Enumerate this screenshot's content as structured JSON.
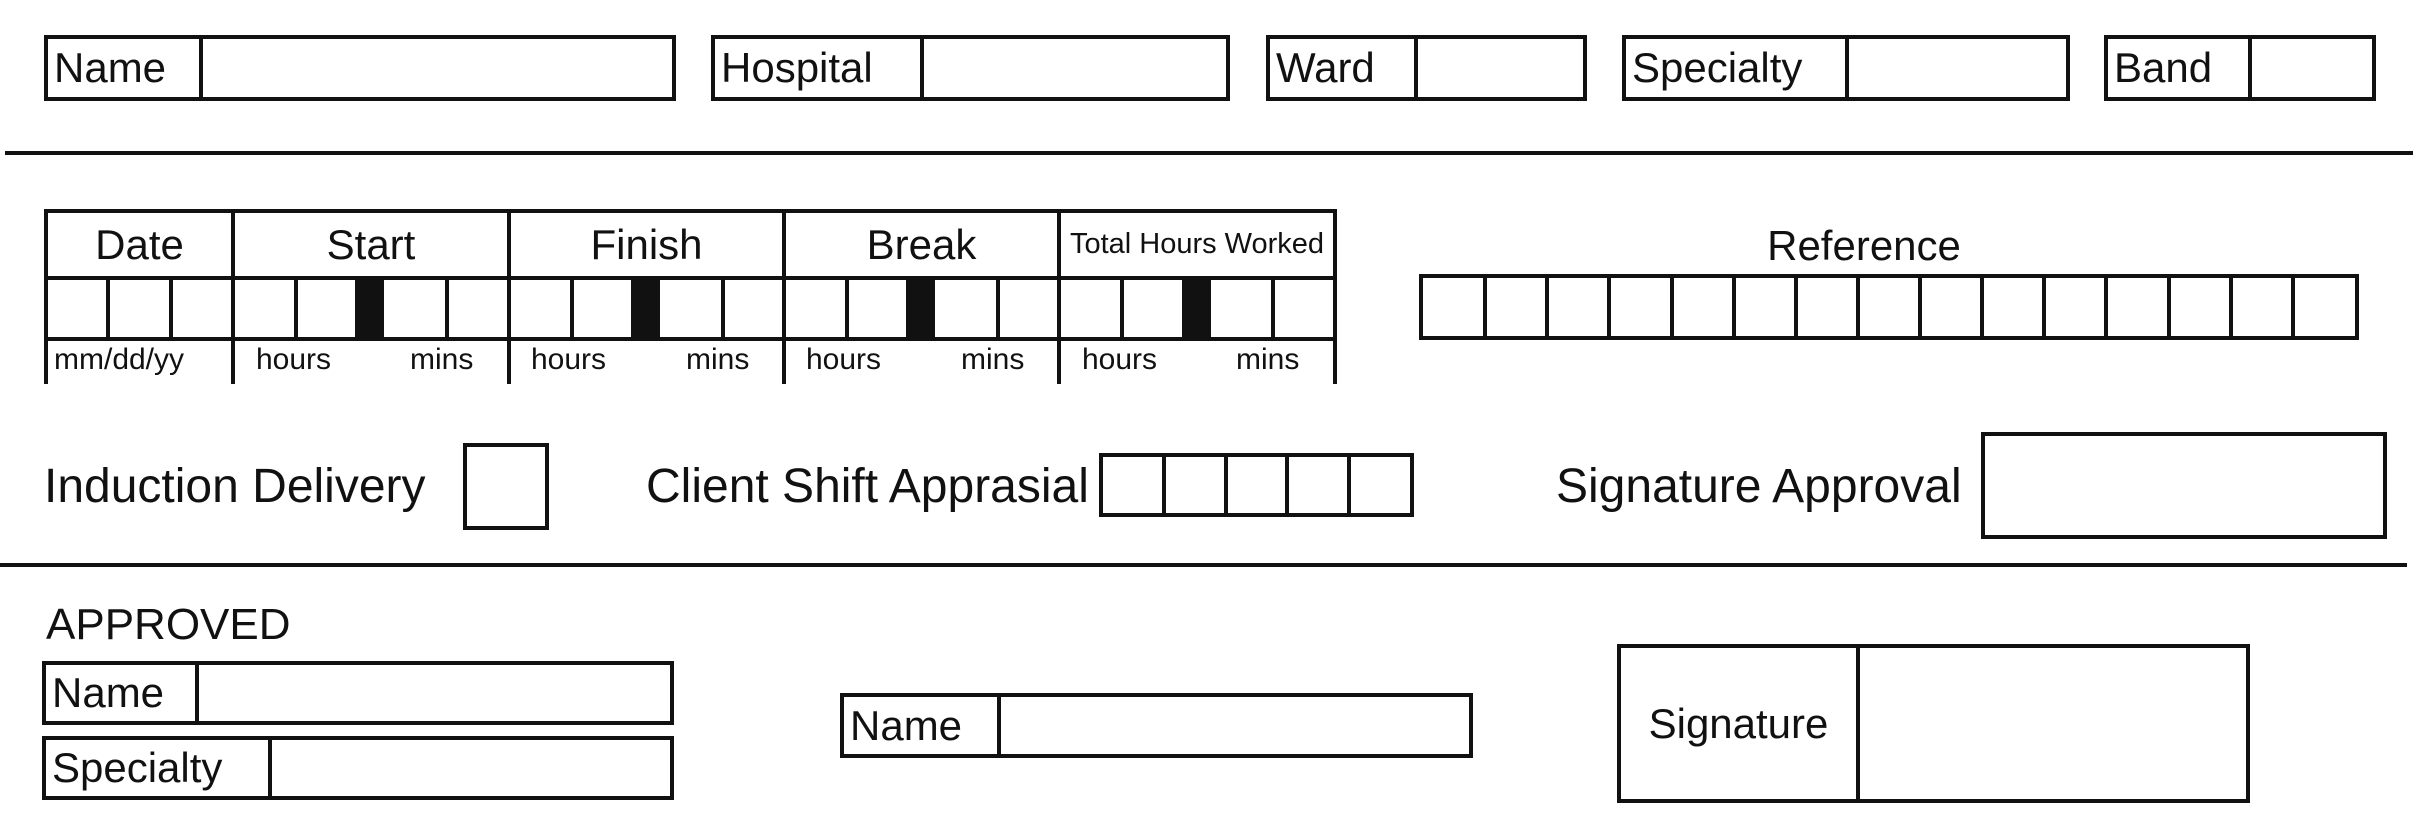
{
  "top_fields": {
    "name_label": "Name",
    "hospital_label": "Hospital",
    "ward_label": "Ward",
    "specialty_label": "Specialty",
    "band_label": "Band"
  },
  "time_table": {
    "date_header": "Date",
    "start_header": "Start",
    "finish_header": "Finish",
    "break_header": "Break",
    "total_header": "Total Hours Worked",
    "date_format": "mm/dd/yy",
    "hours_label": "hours",
    "mins_label": "mins"
  },
  "reference": {
    "label": "Reference",
    "box_count": 15
  },
  "middle": {
    "induction_label": "Induction Delivery",
    "appraisal_label": "Client Shift Apprasial",
    "appraisal_box_count": 5,
    "signature_approval_label": "Signature Approval"
  },
  "approved": {
    "heading": "APPROVED",
    "name_label": "Name",
    "specialty_label": "Specialty",
    "second_name_label": "Name",
    "signature_label": "Signature"
  }
}
